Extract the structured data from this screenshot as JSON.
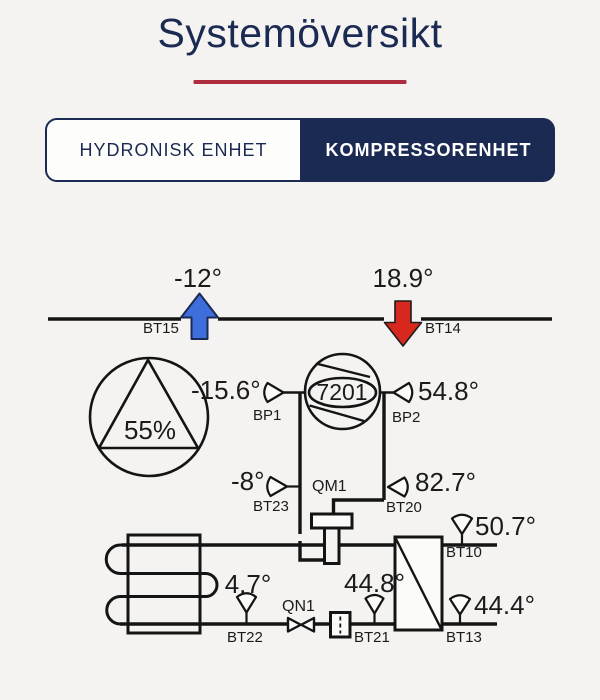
{
  "colors": {
    "background": "#f4f3f1",
    "navy": "#1b2a52",
    "accent_red_underline": "#ad2c3d",
    "arrow_blue": "#3d6edb",
    "arrow_red": "#d7281d",
    "line_black": "#141414"
  },
  "header": {
    "title": "Systemöversikt"
  },
  "tabs": {
    "hydronic": "HYDRONISK ENHET",
    "compressor": "KOMPRESSORENHET",
    "active": "KOMPRESSORENHET"
  },
  "airflow": {
    "intake": {
      "label": "BT15",
      "value": "-12°"
    },
    "exhaust": {
      "label": "BT14",
      "value": "18.9°"
    }
  },
  "fan": {
    "speed": "55%"
  },
  "compressor": {
    "speed": "7201"
  },
  "sensors": {
    "bp1": {
      "label": "BP1",
      "value": "-15.6°"
    },
    "bp2": {
      "label": "BP2",
      "value": "54.8°"
    },
    "bt23": {
      "label": "BT23",
      "value": "-8°"
    },
    "bt20": {
      "label": "BT20",
      "value": "82.7°"
    },
    "bt10": {
      "label": "BT10",
      "value": "50.7°"
    },
    "bt13": {
      "label": "BT13",
      "value": "44.4°"
    },
    "bt21": {
      "label": "BT21",
      "value": "44.8°"
    },
    "bt22": {
      "label": "BT22",
      "value": "4.7°"
    }
  },
  "valves": {
    "qm1": {
      "label": "QM1"
    },
    "qn1": {
      "label": "QN1"
    }
  }
}
